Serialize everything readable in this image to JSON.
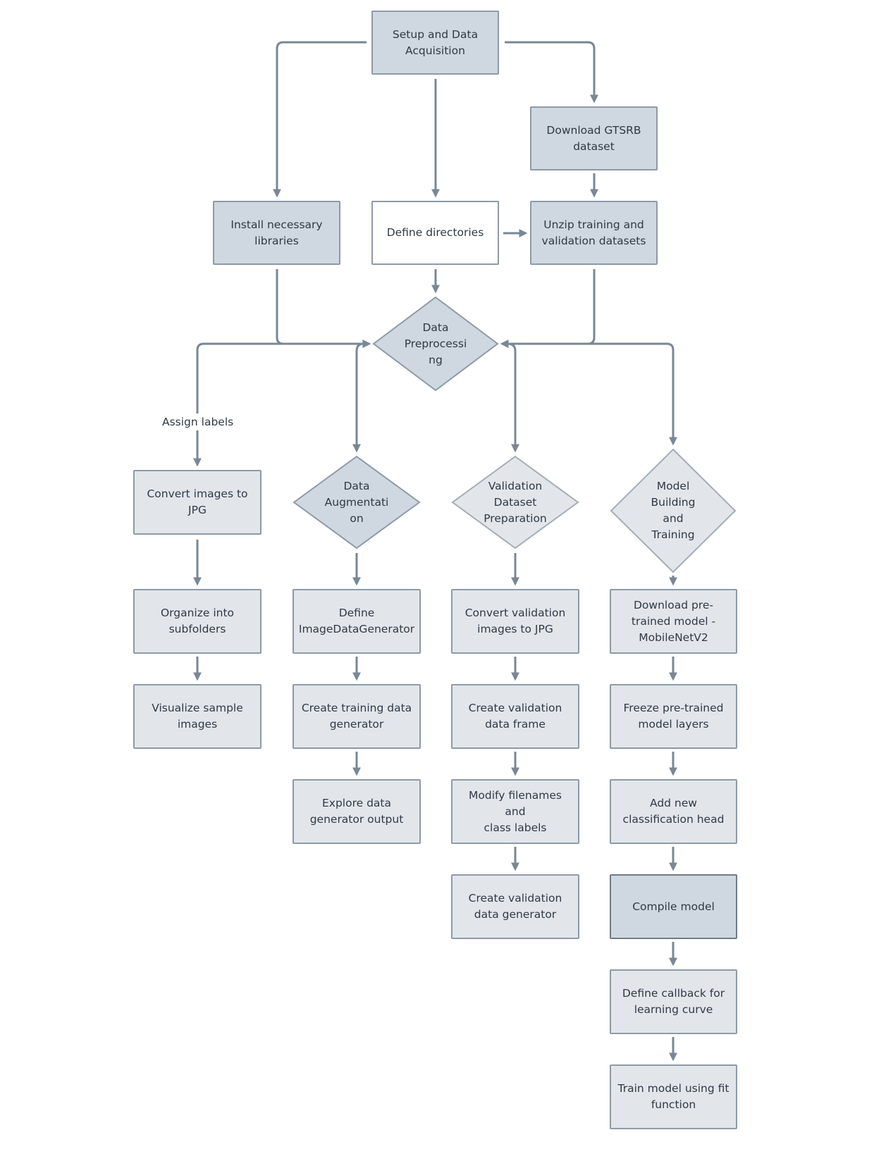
{
  "colors": {
    "box_fill": "#e2e6eb",
    "box_fill_dark": "#cfd8e0",
    "border": "#8e9aa6",
    "arrow": "#7a8794",
    "text": "#2f3944"
  },
  "nodes": {
    "setup": "Setup and Data\nAcquisition",
    "download_gtsrb": "Download GTSRB\ndataset",
    "install_libraries": "Install necessary\nlibraries",
    "define_directories": "Define directories",
    "unzip_datasets": "Unzip training and\nvalidation datasets",
    "data_preprocessing": "Data\nPreprocessi\nng",
    "convert_jpg": "Convert images to\nJPG",
    "organize_subfolders": "Organize into\nsubfolders",
    "visualize_samples": "Visualize sample\nimages",
    "data_augmentation": "Data\nAugmentati\non",
    "define_idg": "Define\nImageDataGenerator",
    "create_training_gen": "Create training data\ngenerator",
    "explore_gen_output": "Explore data\ngenerator output",
    "validation_prep": "Validation\nDataset\nPreparation",
    "convert_val_jpg": "Convert validation\nimages to JPG",
    "create_val_frame": "Create validation\ndata frame",
    "modify_filenames": "Modify filenames and\nclass labels",
    "create_val_gen": "Create validation\ndata generator",
    "model_building": "Model\nBuilding\nand\nTraining",
    "download_mobilenet": "Download pre-\ntrained model -\nMobileNetV2",
    "freeze_layers": "Freeze pre-trained\nmodel layers",
    "add_head": "Add new\nclassification head",
    "compile_model": "Compile model",
    "define_callback": "Define callback for\nlearning curve",
    "train_model": "Train model using fit\nfunction"
  },
  "edge_labels": {
    "assign_labels": "Assign labels"
  }
}
